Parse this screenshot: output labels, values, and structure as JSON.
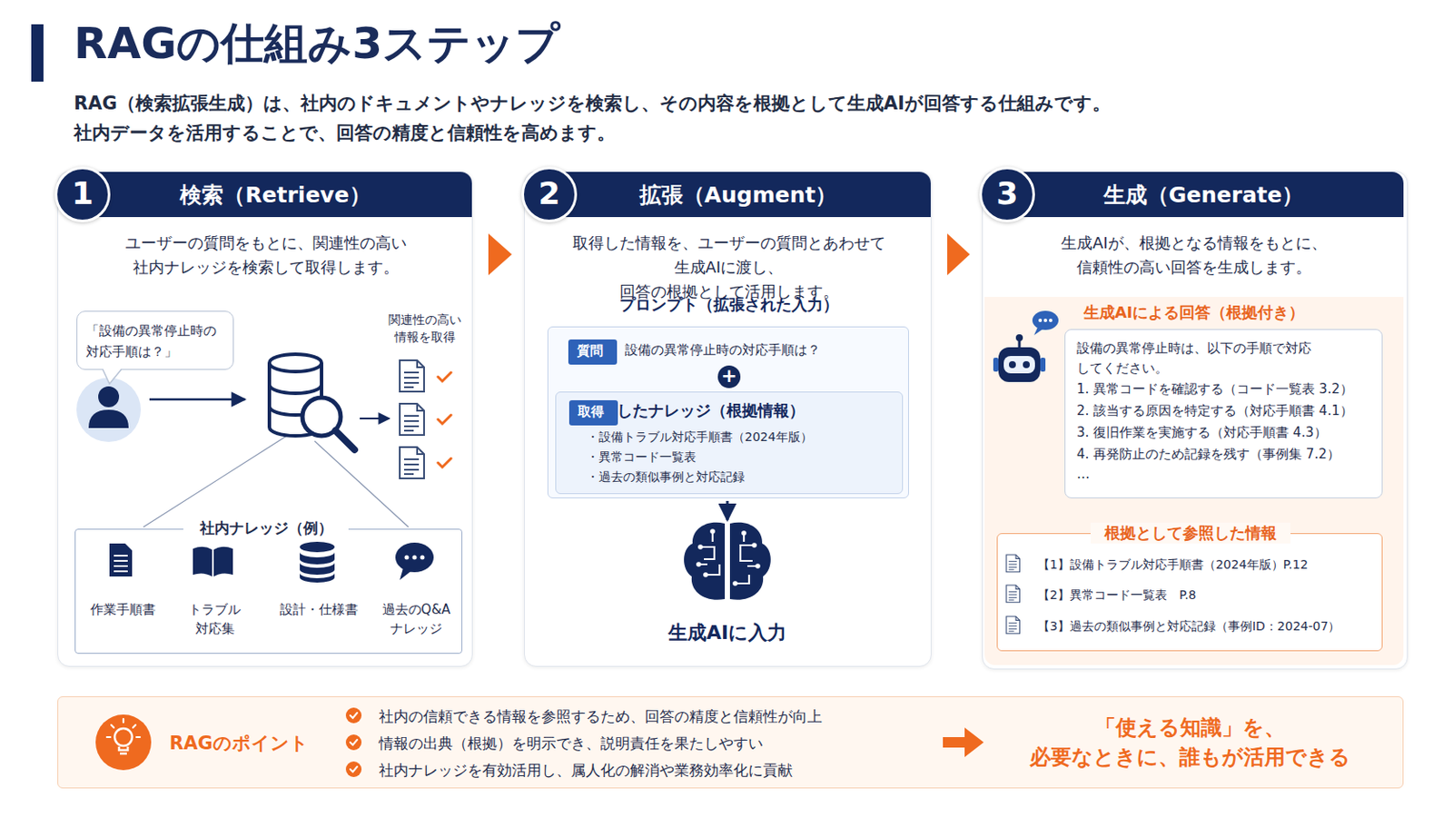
{
  "diagram": {
    "title": "RAGの仕組み3ステップ",
    "nodes": [
      {
        "text": [
          "検索（Retrieve）",
          "ユーザーの質問をもとに、関連性の高い 社内ナレッジを検索して取得します。"
        ]
      },
      {
        "text": [
          "1"
        ],
        "in": 0
      },
      {
        "text": [
          "「設備の異常停止時の 対応手順は？」"
        ],
        "in": 0
      },
      {
        "text": [
          "社内ナレッジ（例）",
          "作業手順書",
          "トラブル 対応集",
          "設計・仕様書",
          "過去のQ&A ナレッジ"
        ],
        "in": 0
      },
      {
        "text": [
          "拡張（Augment）",
          "取得した情報を、ユーザーの質問とあわせて 生成AIに渡し、回答の根拠として活用します。"
        ]
      },
      {
        "text": [
          "2"
        ],
        "in": 4
      },
      {
        "text": [
          "プロンプト（拡張された入力）",
          "設備の異常停止時の対応手順は？"
        ],
        "in": 4
      },
      {
        "text": [
          "質問"
        ],
        "in": 6
      },
      {
        "text": [
          "+"
        ],
        "in": 6
      },
      {
        "text": [
          "したナレッジ（根拠情報）",
          "・設備トラブル対応手順書（2024年版）",
          "・異常コード一覧表",
          "・過去の類似事例と対応記録"
        ],
        "in": 6
      },
      {
        "text": [
          "取得"
        ],
        "in": 9
      },
      {
        "text": [
          "生成（Generate）",
          "生成AIが、根拠となる情報をもとに、 信頼性の高い回答を生成します。"
        ]
      },
      {
        "text": [
          "3"
        ],
        "in": 11
      },
      {
        "text": [
          "生成AIによる回答（根拠付き）"
        ],
        "in": 11
      },
      {
        "text": [
          "設備の異常停止時は、以下の手順で対応 してください。",
          "1. 異常コードを確認する（コード一覧表 3.2）",
          "2. 該当する原因を特定する（対応手順書 4.1）",
          "3. 復旧作業を実施する（対応手順書 4.3）",
          "4. 再発防止のため記録を残す（事例集 7.2）",
          "…"
        ],
        "in": 13
      },
      {
        "text": [
          "根拠として参照した情報",
          "【1】設備トラブル対応手順書（2024年版）P.12",
          "【2】異常コード一覧表　P.8",
          "【3】過去の類似事例と対応記録（事例ID：2024-07）"
        ],
        "in": 13
      },
      {
        "text": [
          "RAGのポイント",
          "社内の信頼できる情報を参照するため、回答の精度と信頼性が向上",
          "情報の出典（根拠）を明示でき、説明責任を果たしやすい",
          "社内ナレッジを有効活用し、属人化の解消や業務効率化に貢献",
          "「使える知識」を、 必要なときに、誰もが活用できる"
        ]
      }
    ],
    "edges": [
      {
        "from": 0,
        "to": 4,
        "arrow": "to"
      },
      {
        "from": 4,
        "to": 11,
        "arrow": "to"
      }
    ],
    "labels": [
      "RAG（検索拡張生成）は、社内のドキュメントやナレッジを検索し、その内容を根拠として生成AIが回答する仕組みです。 社内データを活用することで、回答の精度と信頼性を高めます。",
      "関連性の高い 情報を取得",
      "生成AIに入力"
    ]
  }
}
